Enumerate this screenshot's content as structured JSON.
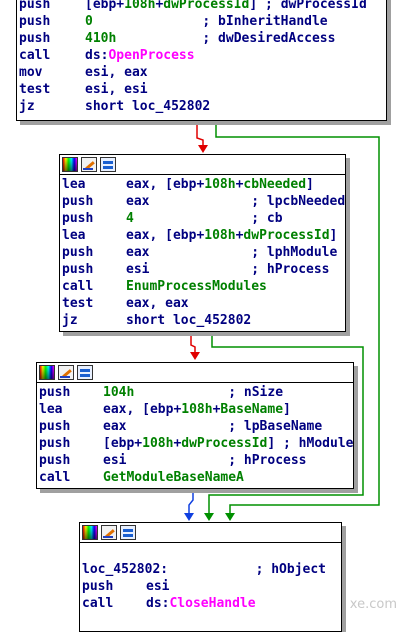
{
  "blocks": [
    {
      "id": "block1",
      "lines": [
        {
          "m": "push",
          "op": [
            {
              "t": "[ebp+",
              "c": "k"
            },
            {
              "t": "108h",
              "c": "g"
            },
            {
              "t": "+",
              "c": "k"
            },
            {
              "t": "dwProcessId",
              "c": "g"
            },
            {
              "t": "] ; ",
              "c": "k"
            },
            {
              "t": "dwProcessId",
              "c": "c"
            }
          ]
        },
        {
          "m": "push",
          "op": [
            {
              "t": "0",
              "c": "g"
            },
            {
              "t": "              ; bInheritHandle",
              "c": "c"
            }
          ]
        },
        {
          "m": "push",
          "op": [
            {
              "t": "410h",
              "c": "g"
            },
            {
              "t": "           ; dwDesiredAccess",
              "c": "c"
            }
          ]
        },
        {
          "m": "call",
          "op": [
            {
              "t": "ds:",
              "c": "k"
            },
            {
              "t": "OpenProcess",
              "c": "p"
            }
          ]
        },
        {
          "m": "mov",
          "op": [
            {
              "t": "esi, eax",
              "c": "k"
            }
          ]
        },
        {
          "m": "test",
          "op": [
            {
              "t": "esi, esi",
              "c": "k"
            }
          ]
        },
        {
          "m": "jz",
          "op": [
            {
              "t": "short loc_452802",
              "c": "k"
            }
          ]
        }
      ]
    },
    {
      "id": "block2",
      "lines": [
        {
          "m": "lea",
          "op": [
            {
              "t": "eax, [ebp+",
              "c": "k"
            },
            {
              "t": "108h",
              "c": "g"
            },
            {
              "t": "+",
              "c": "k"
            },
            {
              "t": "cbNeeded",
              "c": "g"
            },
            {
              "t": "]",
              "c": "k"
            }
          ]
        },
        {
          "m": "push",
          "op": [
            {
              "t": "eax",
              "c": "k"
            },
            {
              "t": "             ; lpcbNeeded",
              "c": "c"
            }
          ]
        },
        {
          "m": "push",
          "op": [
            {
              "t": "4",
              "c": "g"
            },
            {
              "t": "               ; cb",
              "c": "c"
            }
          ]
        },
        {
          "m": "lea",
          "op": [
            {
              "t": "eax, [ebp+",
              "c": "k"
            },
            {
              "t": "108h",
              "c": "g"
            },
            {
              "t": "+",
              "c": "k"
            },
            {
              "t": "dwProcessId",
              "c": "g"
            },
            {
              "t": "]",
              "c": "k"
            }
          ]
        },
        {
          "m": "push",
          "op": [
            {
              "t": "eax",
              "c": "k"
            },
            {
              "t": "             ; lphModule",
              "c": "c"
            }
          ]
        },
        {
          "m": "push",
          "op": [
            {
              "t": "esi",
              "c": "k"
            },
            {
              "t": "             ; hProcess",
              "c": "c"
            }
          ]
        },
        {
          "m": "call",
          "op": [
            {
              "t": "EnumProcessModules",
              "c": "g"
            }
          ]
        },
        {
          "m": "test",
          "op": [
            {
              "t": "eax, eax",
              "c": "k"
            }
          ]
        },
        {
          "m": "jz",
          "op": [
            {
              "t": "short loc_452802",
              "c": "k"
            }
          ]
        }
      ]
    },
    {
      "id": "block3",
      "lines": [
        {
          "m": "push",
          "op": [
            {
              "t": "104h",
              "c": "g"
            },
            {
              "t": "            ; nSize",
              "c": "c"
            }
          ]
        },
        {
          "m": "lea",
          "op": [
            {
              "t": "eax, [ebp+",
              "c": "k"
            },
            {
              "t": "108h",
              "c": "g"
            },
            {
              "t": "+",
              "c": "k"
            },
            {
              "t": "BaseName",
              "c": "g"
            },
            {
              "t": "]",
              "c": "k"
            }
          ]
        },
        {
          "m": "push",
          "op": [
            {
              "t": "eax",
              "c": "k"
            },
            {
              "t": "             ; lpBaseName",
              "c": "c"
            }
          ]
        },
        {
          "m": "push",
          "op": [
            {
              "t": "[ebp+",
              "c": "k"
            },
            {
              "t": "108h",
              "c": "g"
            },
            {
              "t": "+",
              "c": "k"
            },
            {
              "t": "dwProcessId",
              "c": "g"
            },
            {
              "t": "] ; hModule",
              "c": "c"
            }
          ]
        },
        {
          "m": "push",
          "op": [
            {
              "t": "esi",
              "c": "k"
            },
            {
              "t": "             ; hProcess",
              "c": "c"
            }
          ]
        },
        {
          "m": "call",
          "op": [
            {
              "t": "GetModuleBaseNameA",
              "c": "g"
            }
          ]
        }
      ]
    },
    {
      "id": "block4",
      "lines": [
        {
          "m": "",
          "op": []
        },
        {
          "m": "loc_452802:",
          "op": [
            {
              "t": "              ; hObject",
              "c": "c"
            }
          ]
        },
        {
          "m": "push",
          "op": [
            {
              "t": "esi",
              "c": "k"
            }
          ]
        },
        {
          "m": "call",
          "op": [
            {
              "t": "ds:",
              "c": "k"
            },
            {
              "t": "CloseHandle",
              "c": "p"
            }
          ]
        }
      ]
    }
  ],
  "watermark": "xe.com"
}
